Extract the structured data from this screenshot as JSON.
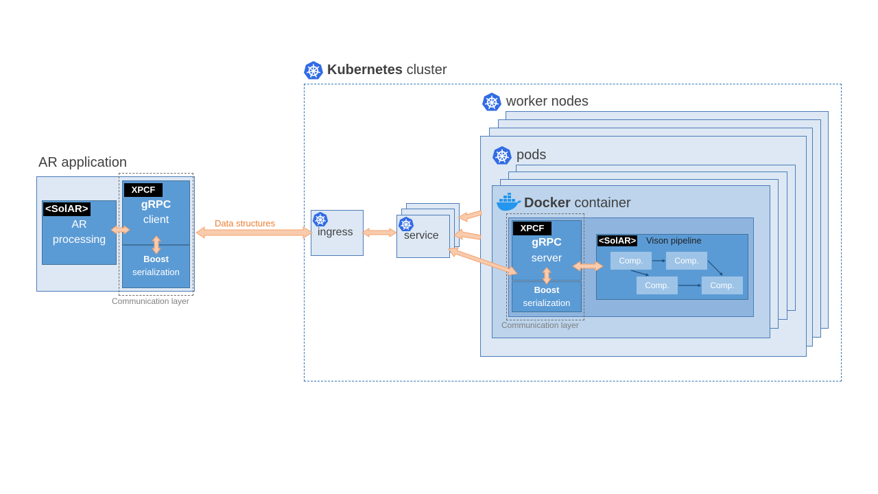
{
  "colors": {
    "container_fill": "#dde8f4",
    "docker_fill": "#bdd4ec",
    "module_fill": "#5b9bd5",
    "arrow_fill": "#f8cbad",
    "arrow_stroke": "#f4a06a",
    "accent_text": "#ed7d31",
    "kubernetes_blue": "#326ce5"
  },
  "icons": {
    "kubernetes": "kubernetes-helm-wheel-icon",
    "docker": "docker-whale-icon"
  },
  "ar_app": {
    "title": "AR application",
    "solar_tag": "<SolAR>",
    "processing_line1": "AR",
    "processing_line2": "processing",
    "xpcf_tag": "XPCF",
    "grpc": "gRPC",
    "client": "client",
    "boost": "Boost",
    "serialization": "serialization",
    "comm_layer": "Communication layer"
  },
  "link": {
    "data_structures": "Data structures"
  },
  "cluster": {
    "title_bold": "Kubernetes",
    "title_rest": "cluster",
    "ingress": "ingress",
    "service": "service",
    "worker_nodes": "worker nodes",
    "pods": "pods",
    "docker_bold": "Docker",
    "docker_rest": "container"
  },
  "server": {
    "xpcf_tag": "XPCF",
    "grpc": "gRPC",
    "server": "server",
    "boost": "Boost",
    "serialization": "serialization",
    "comm_layer": "Communication layer"
  },
  "pipeline": {
    "solar_tag": "<SolAR>",
    "title": "Vison pipeline",
    "components": [
      "Comp.",
      "Comp.",
      "Comp.",
      "Comp."
    ]
  }
}
